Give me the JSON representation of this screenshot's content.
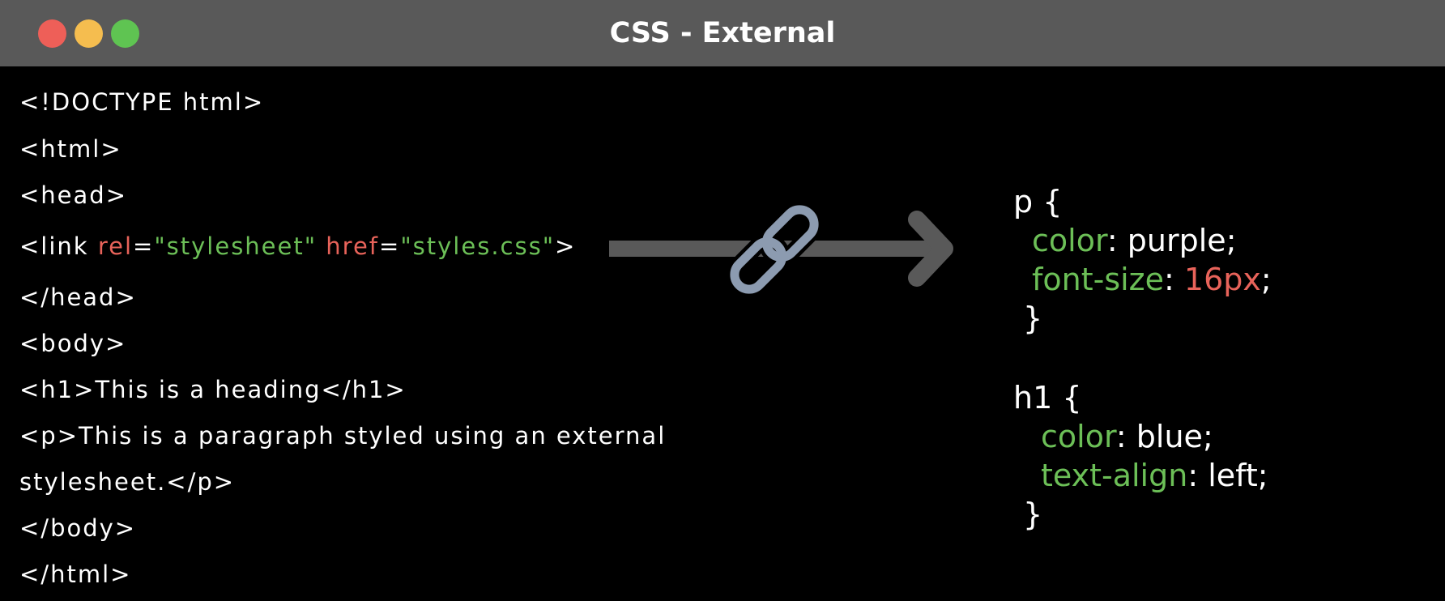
{
  "window": {
    "title": "CSS - External",
    "controls": [
      "close",
      "minimize",
      "maximize"
    ]
  },
  "html_code": {
    "lines": [
      "<!DOCTYPE html>",
      "<html>",
      "<head>",
      {
        "parts": [
          "<link ",
          "rel",
          "=",
          "\"stylesheet\"",
          " ",
          "href",
          "=",
          "\"styles.css\"",
          ">"
        ]
      },
      "</head>",
      "<body>",
      "<h1>This is a heading</h1>",
      "<p>This is a paragraph styled using an external",
      "stylesheet.</p>",
      "</body>",
      "</html>"
    ]
  },
  "link_icon": "link-chain-icon",
  "arrow_icon": "arrow-right-icon",
  "css_code": {
    "p_rule": {
      "selector": "p {",
      "decl1_prop": "color",
      "decl1_sep": ": ",
      "decl1_value": "purple",
      "decl1_end": ";",
      "decl2_prop": "font-size",
      "decl2_sep": ": ",
      "decl2_value": "16px",
      "decl2_end": ";",
      "close": "}"
    },
    "h1_rule": {
      "selector": "h1 {",
      "decl1_prop": "color",
      "decl1_sep": ": ",
      "decl1_value": "blue",
      "decl1_end": ";",
      "decl2_prop": "text-align",
      "decl2_sep": ": ",
      "decl2_value": "left",
      "decl2_end": ";",
      "close": "}"
    }
  },
  "colors": {
    "titlebar": "#595959",
    "background": "#000000",
    "close": "#ee5f58",
    "minimize": "#f5bd4f",
    "maximize": "#5fc452",
    "attr_red": "#e8635a",
    "string_green": "#6cbf57",
    "arrow": "#595959",
    "link_icon": "#8c9bb0"
  }
}
